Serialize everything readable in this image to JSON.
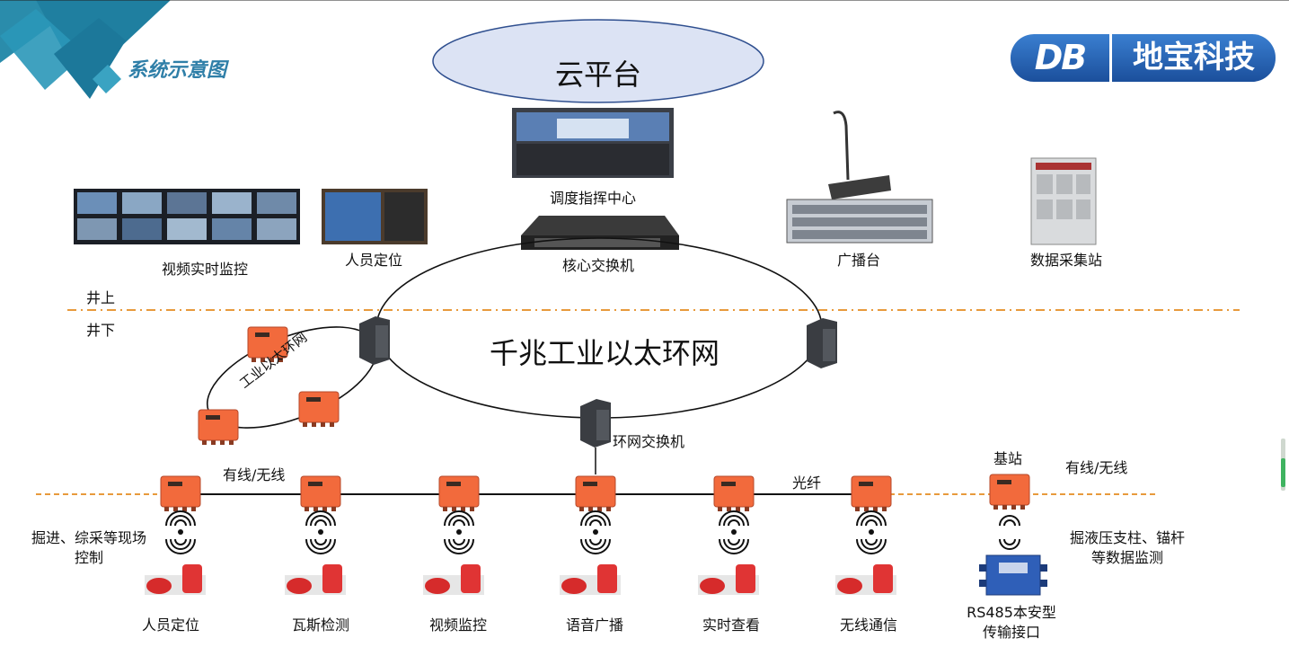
{
  "header": {
    "title": "系统示意图",
    "logo_db": "DB",
    "logo_cn": "地宝科技"
  },
  "cloud": "云平台",
  "surface": {
    "dispatch_center": "调度指挥中心",
    "core_switch": "核心交换机",
    "video_monitor": "视频实时监控",
    "personnel_position": "人员定位",
    "broadcast_station": "广播台",
    "data_station": "数据采集站"
  },
  "zones": {
    "above": "井上",
    "below": "井下"
  },
  "network": {
    "main_ring": "千兆工业以太环网",
    "sub_ring": "工业以太环网",
    "ring_switch": "环网交换机",
    "wired_wireless_left": "有线/无线",
    "fiber": "光纤",
    "base_station": "基站",
    "wired_wireless_right": "有线/无线"
  },
  "side_notes": {
    "left": "掘进、综采等现场控制",
    "right": "掘液压支柱、锚杆等数据监测"
  },
  "terminals": [
    "人员定位",
    "瓦斯检测",
    "视频监控",
    "语音广播",
    "实时查看",
    "无线通信"
  ],
  "rs485": "RS485本安型传输接口",
  "colors": {
    "box_orange": "#f26a3c",
    "dash_orange": "#e89a3c",
    "title_blue": "#2f7fa8",
    "cloud_fill": "#dce3f4",
    "cloud_stroke": "#2f4f8f"
  }
}
